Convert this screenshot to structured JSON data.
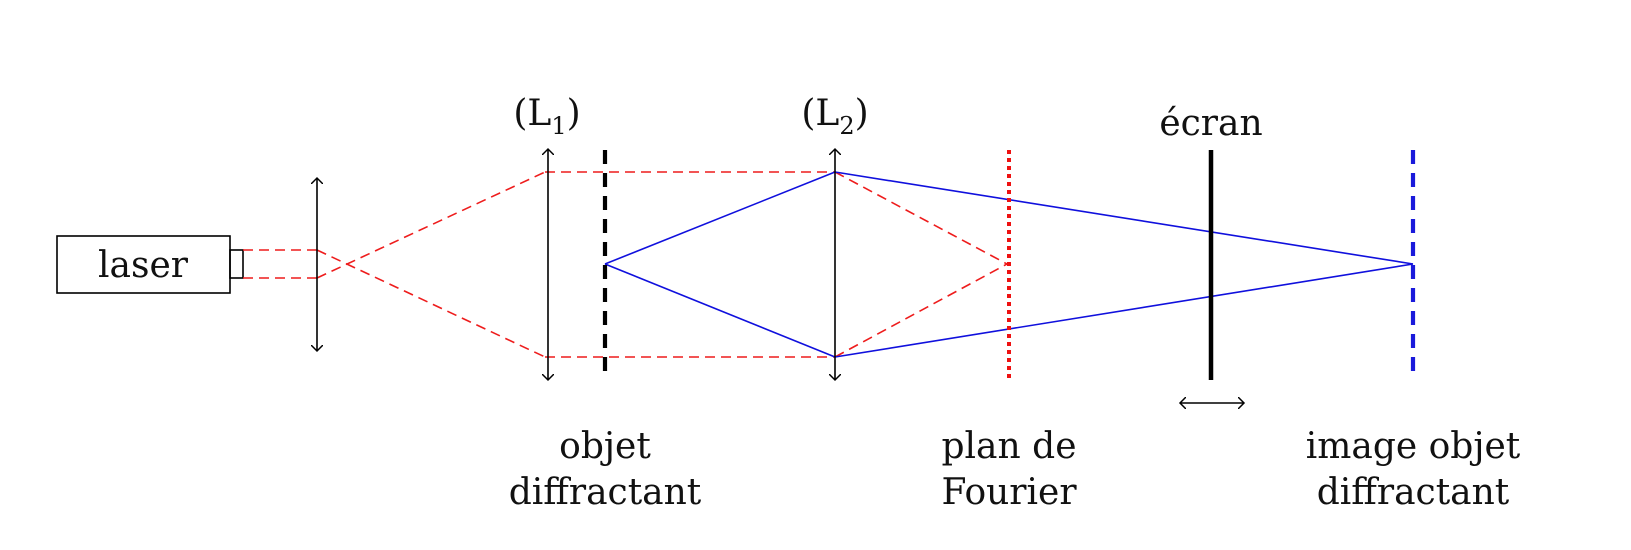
{
  "labels": {
    "laser": "laser",
    "lens1_main": "(L",
    "lens1_sub": "1",
    "lens1_close": ")",
    "lens2_main": "(L",
    "lens2_sub": "2",
    "lens2_close": ")",
    "screen": "écran",
    "object_line1": "objet",
    "object_line2": "diffractant",
    "fourier_line1": "plan de",
    "fourier_line2": "Fourier",
    "image_line1": "image objet",
    "image_line2": "diffractant"
  },
  "colors": {
    "ink": "#000000",
    "red_beam": "#ee1c1c",
    "blue_ray": "#1010dd",
    "fourier_plane": "#ee1111",
    "image_plane": "#1a1adb"
  }
}
